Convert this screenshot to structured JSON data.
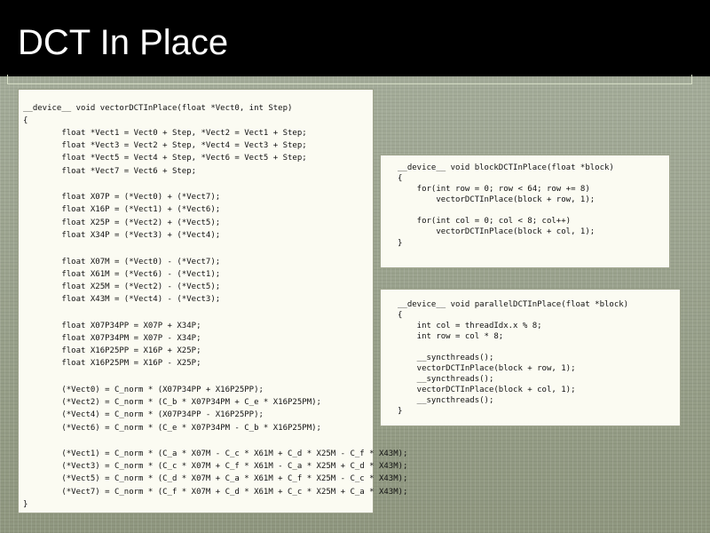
{
  "slide": {
    "title": "DCT In Place"
  },
  "code_main": {
    "lines": [
      "__device__ void vectorDCTInPlace(float *Vect0, int Step)",
      "{",
      "        float *Vect1 = Vect0 + Step, *Vect2 = Vect1 + Step;",
      "        float *Vect3 = Vect2 + Step, *Vect4 = Vect3 + Step;",
      "        float *Vect5 = Vect4 + Step, *Vect6 = Vect5 + Step;",
      "        float *Vect7 = Vect6 + Step;",
      "        float X07P = (*Vect0) + (*Vect7);",
      "        float X16P = (*Vect1) + (*Vect6);",
      "        float X25P = (*Vect2) + (*Vect5);",
      "        float X34P = (*Vect3) + (*Vect4);",
      "        float X07M = (*Vect0) - (*Vect7);",
      "        float X61M = (*Vect6) - (*Vect1);",
      "        float X25M = (*Vect2) - (*Vect5);",
      "        float X43M = (*Vect4) - (*Vect3);",
      "        float X07P34PP = X07P + X34P;",
      "        float X07P34PM = X07P - X34P;",
      "        float X16P25PP = X16P + X25P;",
      "        float X16P25PM = X16P - X25P;",
      "        (*Vect0) = C_norm * (X07P34PP + X16P25PP);",
      "        (*Vect2) = C_norm * (C_b * X07P34PM + C_e * X16P25PM);",
      "        (*Vect4) = C_norm * (X07P34PP - X16P25PP);",
      "        (*Vect6) = C_norm * (C_e * X07P34PM - C_b * X16P25PM);",
      "        (*Vect1) = C_norm * (C_a * X07M - C_c * X61M + C_d * X25M - C_f * X43M);",
      "        (*Vect3) = C_norm * (C_c * X07M + C_f * X61M - C_a * X25M + C_d * X43M);",
      "        (*Vect5) = C_norm * (C_d * X07M + C_a * X61M + C_f * X25M - C_c * X43M);",
      "        (*Vect7) = C_norm * (C_f * X07M + C_d * X61M + C_c * X25M + C_a * X43M);",
      "}"
    ]
  },
  "code_block": {
    "lines": [
      "__device__ void blockDCTInPlace(float *block)",
      "{",
      "    for(int row = 0; row < 64; row += 8)",
      "        vectorDCTInPlace(block + row, 1);",
      "    for(int col = 0; col < 8; col++)",
      "        vectorDCTInPlace(block + col, 1);",
      "}"
    ]
  },
  "code_parallel": {
    "lines": [
      "__device__ void parallelDCTInPlace(float *block)",
      "{",
      "    int col = threadIdx.x % 8;",
      "    int row = col * 8;",
      "    __syncthreads();",
      "    vectorDCTInPlace(block + row, 1);",
      "    __syncthreads();",
      "    vectorDCTInPlace(block + col, 1);",
      "    __syncthreads();",
      "}"
    ]
  },
  "colors": {
    "title_bar": "#000000",
    "title_text": "#ffffff",
    "code_bg": "#fbfbf2",
    "keyword": "#1a1a8a"
  }
}
